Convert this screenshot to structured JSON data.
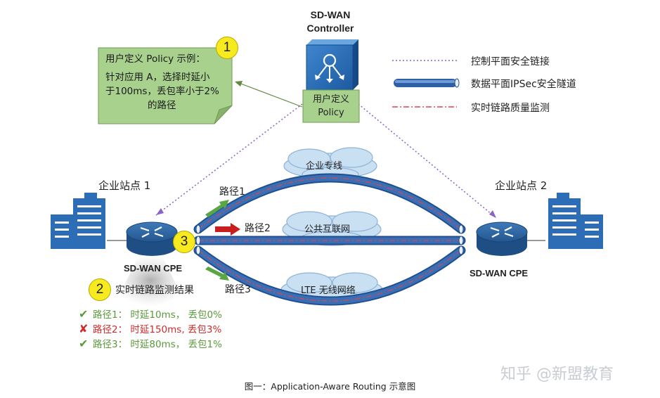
{
  "controller": {
    "title_line1": "SD-WAN",
    "title_line2": "Controller"
  },
  "policy_box": {
    "line1": "用户定义",
    "line2": "Policy"
  },
  "policy_note": {
    "title": "用户定义 Policy 示例：",
    "line1": "针对应用 A，选择时延小",
    "line2": "于100ms，丢包率小于2%",
    "line3": "的路径"
  },
  "badges": [
    "1",
    "2",
    "3"
  ],
  "legend": [
    {
      "label": "控制平面安全链接",
      "style": "dotted",
      "color": "#8a63c8"
    },
    {
      "label": "数据平面IPSec安全隧道",
      "style": "tube",
      "color": "#2e5fa6"
    },
    {
      "label": "实时链路质量监测",
      "style": "dash-dot",
      "color": "#e0464a"
    }
  ],
  "sites": {
    "left": "企业站点 1",
    "right": "企业站点 2"
  },
  "cpe": {
    "left": "SD-WAN CPE",
    "right": "SD-WAN CPE"
  },
  "paths": [
    {
      "label": "路径1",
      "cloud": "企业专线"
    },
    {
      "label": "路径2",
      "cloud": "公共互联网"
    },
    {
      "label": "路径3",
      "cloud": "LTE 无线网络"
    }
  ],
  "results": {
    "title": "实时链路监测结果",
    "rows": [
      {
        "mark": "✔",
        "status": "ok",
        "text": "路径1： 时延10ms， 丢包0%"
      },
      {
        "mark": "✘",
        "status": "bad",
        "text": "路径2： 时延150ms, 丢包3%"
      },
      {
        "mark": "✔",
        "status": "ok",
        "text": "路径3： 时延80ms， 丢包1%"
      }
    ]
  },
  "caption": "图一：Application-Aware Routing 示意图",
  "watermark": "知乎 @新盟教育",
  "colors": {
    "tube": "#2e5fa6",
    "tube_light": "#6f9ad6",
    "router": "#2a5c95",
    "building": "#2d6db5",
    "note_fill": "#a9d18e",
    "cloud": "#bdd7ee"
  }
}
